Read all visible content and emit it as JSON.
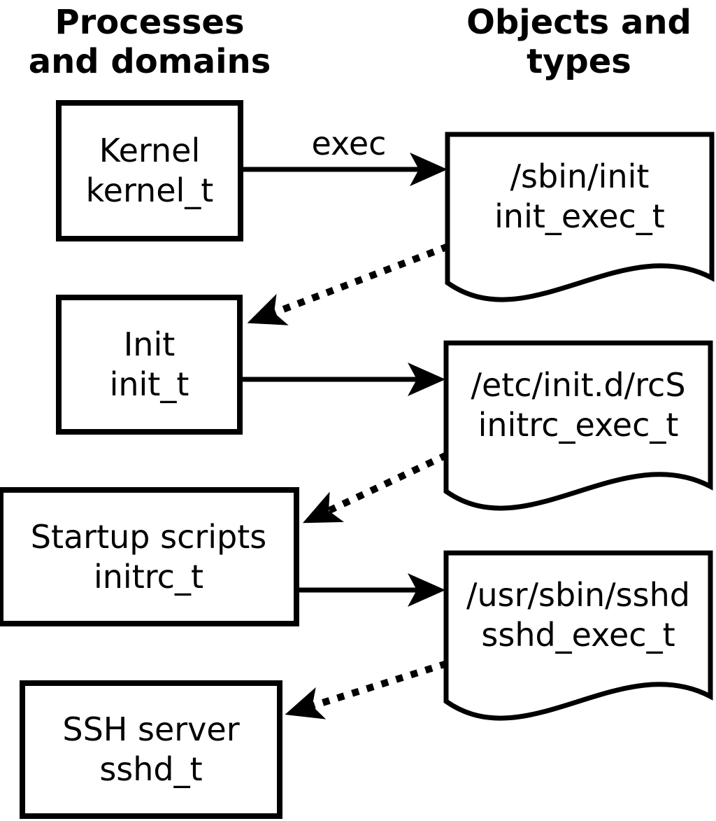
{
  "headers": {
    "left": {
      "line1": "Processes",
      "line2": "and domains"
    },
    "right": {
      "line1": "Objects and",
      "line2": "types"
    }
  },
  "arrow_label": {
    "exec": "exec"
  },
  "processes": [
    {
      "name": "Kernel",
      "domain": "kernel_t"
    },
    {
      "name": "Init",
      "domain": "init_t"
    },
    {
      "name": "Startup scripts",
      "domain": "initrc_t"
    },
    {
      "name": "SSH server",
      "domain": "sshd_t"
    }
  ],
  "objects": [
    {
      "path": "/sbin/init",
      "type": "init_exec_t"
    },
    {
      "path": "/etc/init.d/rcS",
      "type": "initrc_exec_t"
    },
    {
      "path": "/usr/sbin/sshd",
      "type": "sshd_exec_t"
    }
  ],
  "colors": {
    "ink": "#000000",
    "background": "#ffffff"
  }
}
